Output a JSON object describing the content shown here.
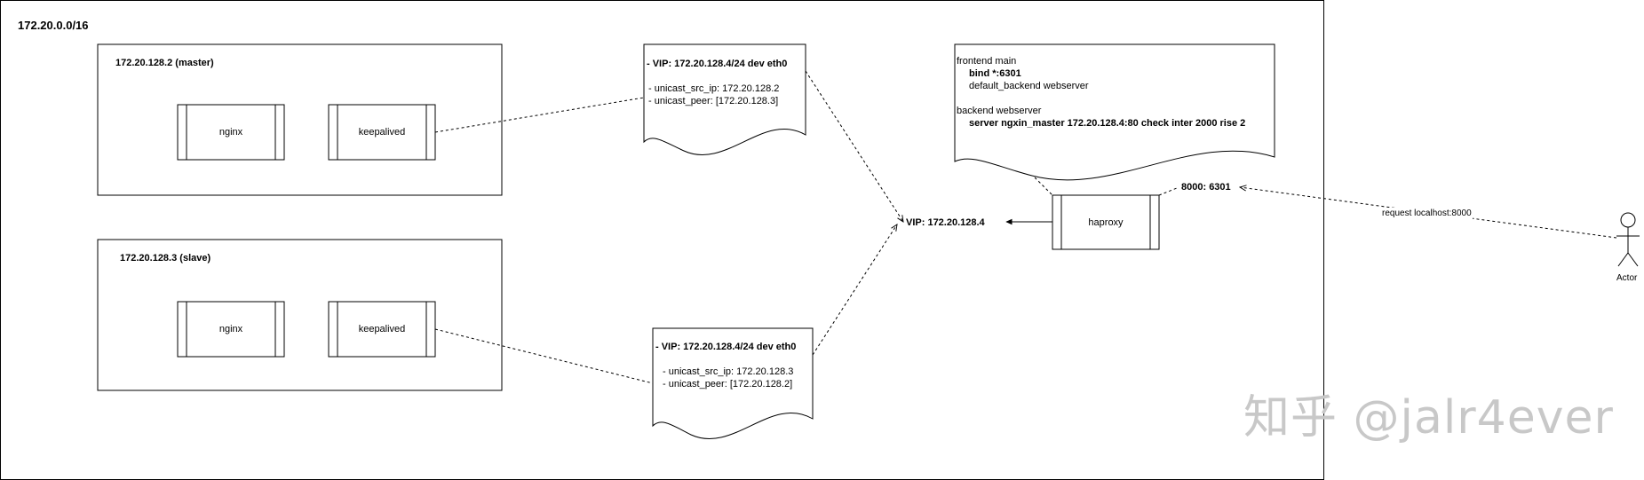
{
  "network": {
    "label": "172.20.0.0/16"
  },
  "hosts": [
    {
      "label": "172.20.128.2 (master)",
      "services": [
        "nginx",
        "keepalived"
      ]
    },
    {
      "label": "172.20.128.3 (slave)",
      "services": [
        "nginx",
        "keepalived"
      ]
    }
  ],
  "notes": {
    "master_keepalived": {
      "vip_line": "- VIP: 172.20.128.4/24 dev eth0",
      "src_ip": "- unicast_src_ip: 172.20.128.2",
      "peer": "- unicast_peer: [172.20.128.3]"
    },
    "slave_keepalived": {
      "vip_line": "- VIP: 172.20.128.4/24 dev eth0",
      "src_ip": "- unicast_src_ip: 172.20.128.3",
      "peer": "- unicast_peer: [172.20.128.2]"
    },
    "haproxy_config": {
      "frontend": "frontend main",
      "bind": "bind *:6301",
      "default_backend": "default_backend webserver",
      "backend": "backend webserver",
      "server": "server ngxin_master 172.20.128.4:80 check inter 2000 rise 2"
    }
  },
  "vip": {
    "label": "VIP: 172.20.128.4"
  },
  "haproxy": {
    "label": "haproxy",
    "port_label": "8000: 6301"
  },
  "actor": {
    "label": "Actor",
    "request_label": "request localhost:8000"
  },
  "watermark": {
    "text": "知乎 @jalr4ever"
  },
  "colors": {
    "stroke": "#000000",
    "background": "#ffffff",
    "watermark": "#c8c8c8"
  }
}
